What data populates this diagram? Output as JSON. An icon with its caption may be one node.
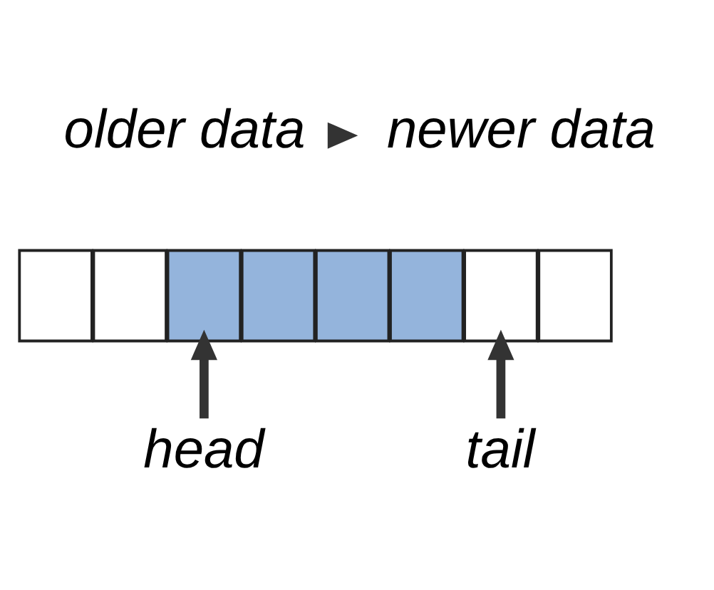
{
  "diagram": {
    "nodes": [
      {
        "text": [
          "older data"
        ]
      },
      {
        "text": [
          "newer data"
        ]
      },
      {
        "text": [],
        "shape": "box"
      },
      {
        "text": [],
        "shape": "box"
      },
      {
        "text": [],
        "shape": "box"
      },
      {
        "text": [],
        "shape": "box"
      },
      {
        "text": [],
        "shape": "box"
      },
      {
        "text": [],
        "shape": "box"
      },
      {
        "text": [],
        "shape": "box"
      },
      {
        "text": [],
        "shape": "box"
      },
      {
        "text": [
          "head"
        ]
      },
      {
        "text": [
          "tail"
        ]
      }
    ],
    "edges": [
      {
        "from": 0,
        "to": 1,
        "arrow": "to"
      },
      {
        "from": 10,
        "to": 4,
        "arrow": "to"
      },
      {
        "from": 11,
        "to": 8,
        "arrow": "to"
      }
    ]
  }
}
